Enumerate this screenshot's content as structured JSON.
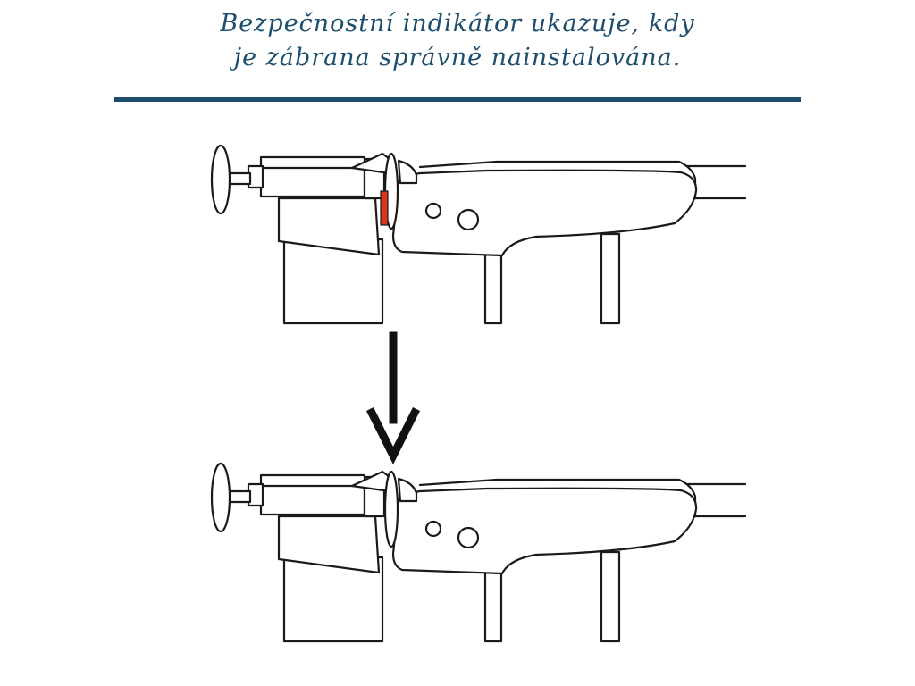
{
  "caption": {
    "line1": "Bezpečnostní indikátor ukazuje, kdy",
    "line2": "je zábrana správně nainstalována."
  },
  "colors": {
    "caption": "#1d4e6e",
    "rule": "#1d4e6e",
    "indicator_red": "#d9361b",
    "line": "#1a1a1a"
  },
  "figures": [
    {
      "name": "gate-mount-before",
      "indicator_visible": true
    },
    {
      "name": "gate-mount-after",
      "indicator_visible": false
    }
  ],
  "arrow": {
    "direction": "down"
  }
}
